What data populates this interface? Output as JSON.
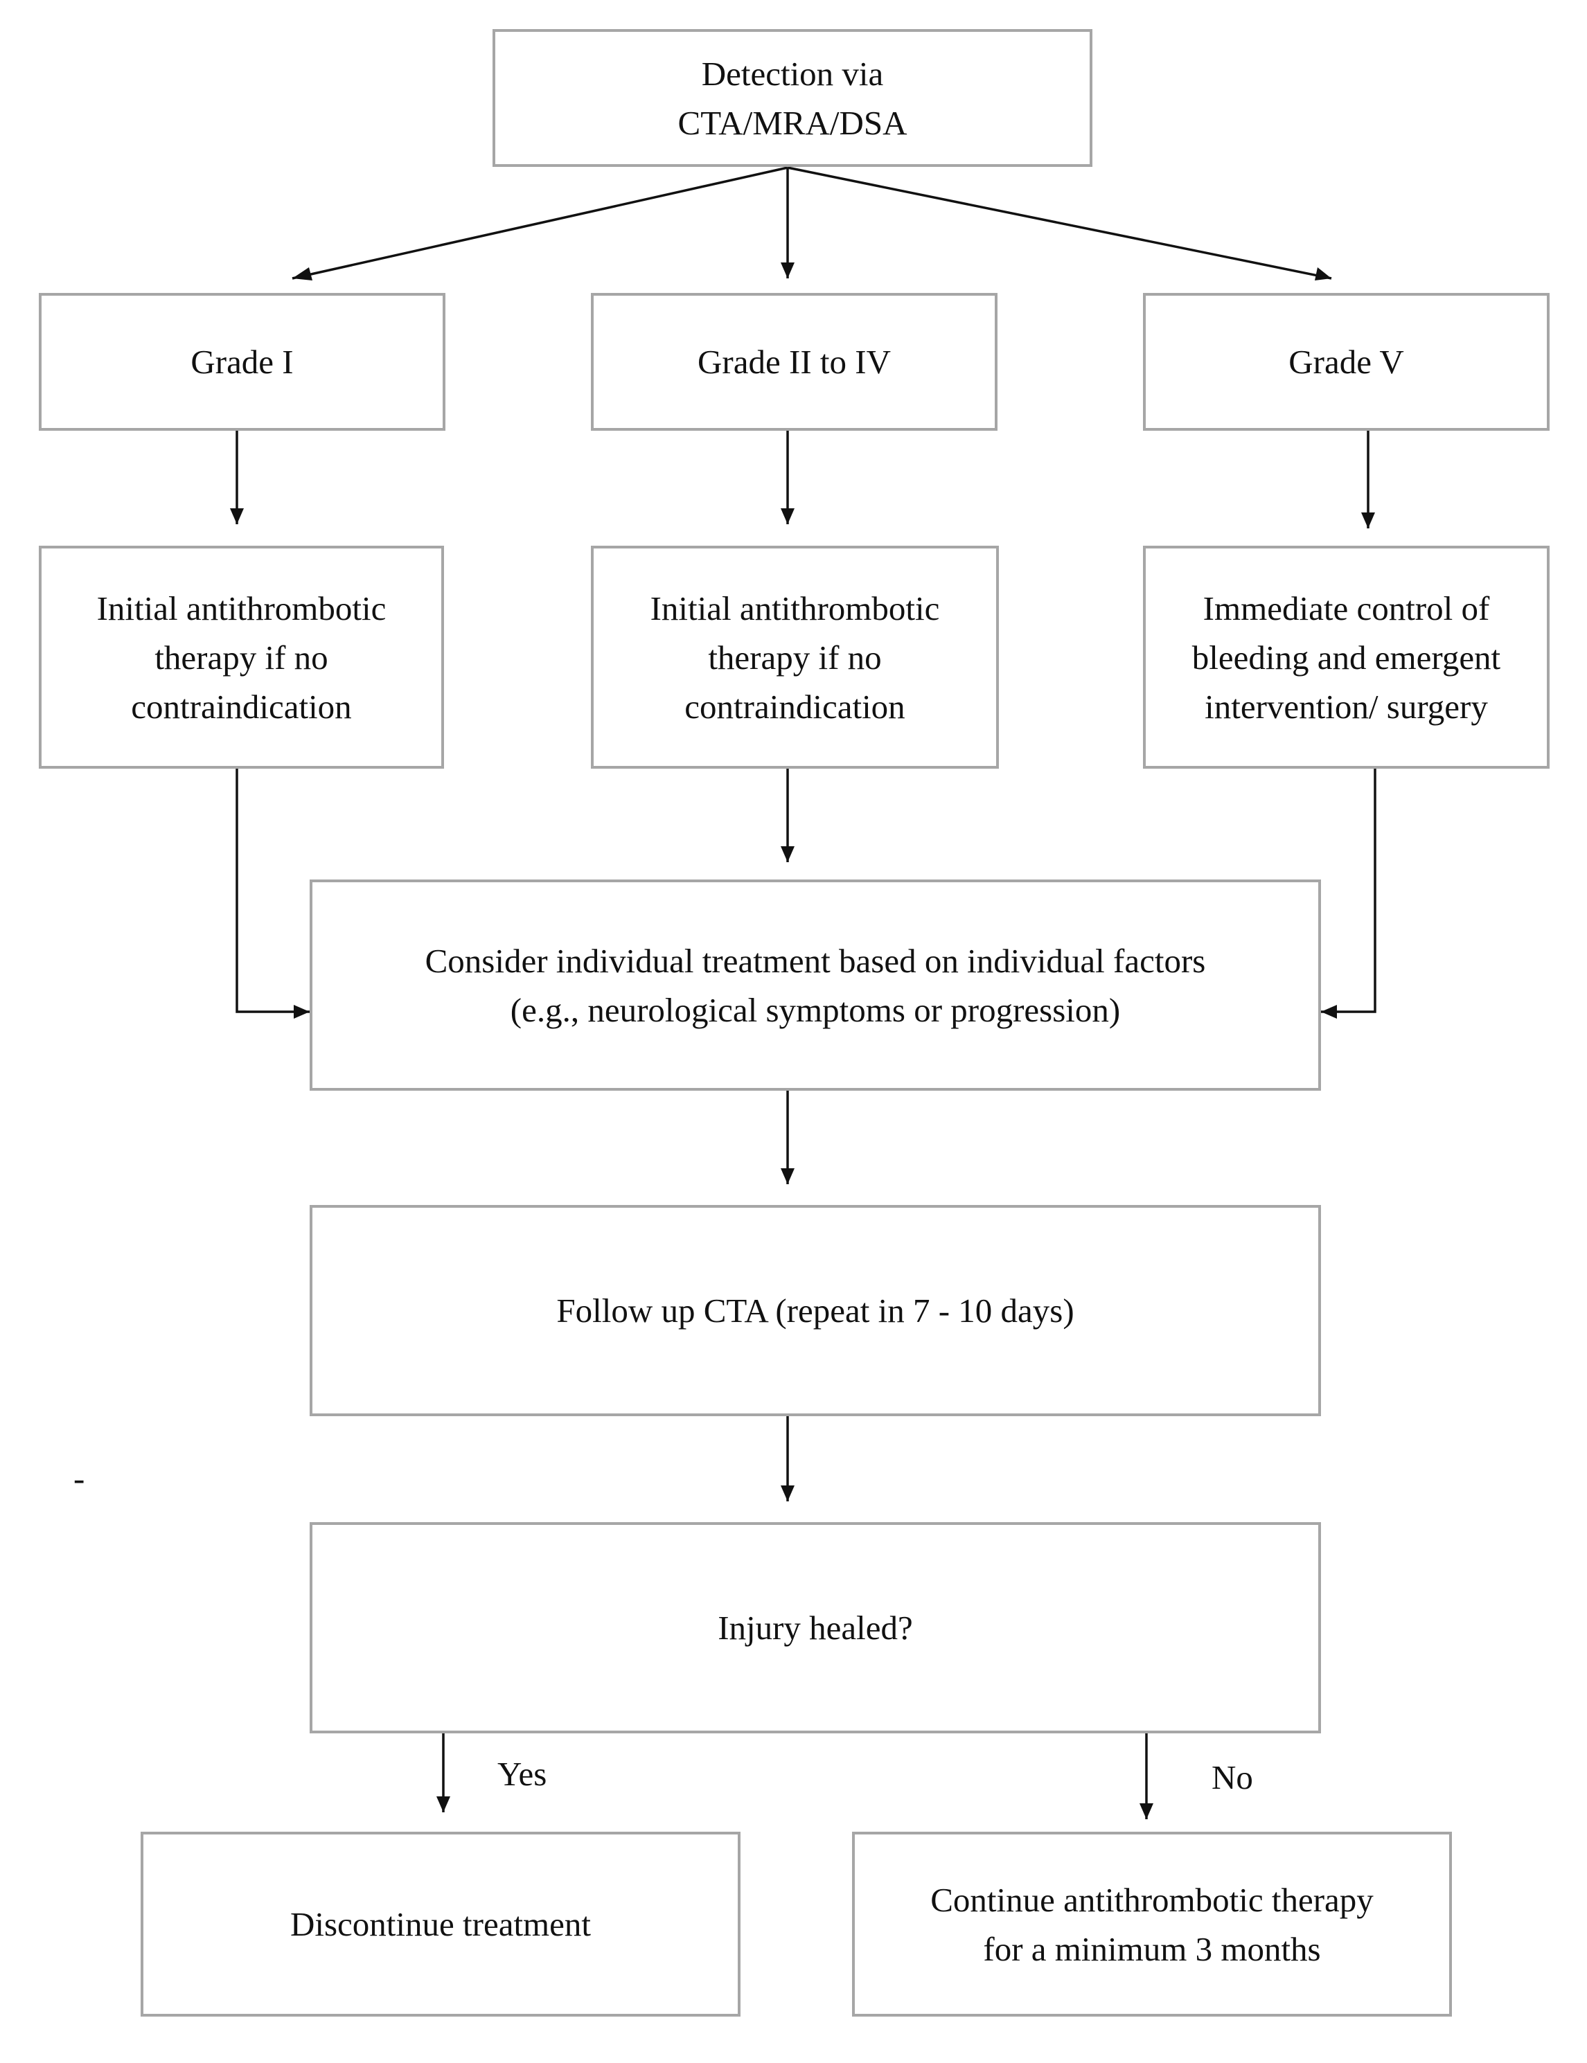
{
  "nodes": {
    "detection": [
      "Detection via",
      "CTA/MRA/DSA"
    ],
    "grade1": [
      "Grade I"
    ],
    "grade2to4": [
      "Grade II to IV"
    ],
    "grade5": [
      "Grade V"
    ],
    "antithrombotic_left": [
      "Initial antithrombotic",
      "therapy if no",
      "contraindication"
    ],
    "antithrombotic_mid": [
      "Initial antithrombotic",
      "therapy if no",
      "contraindication"
    ],
    "bleeding_control": [
      "Immediate control of",
      "bleeding and emergent",
      "intervention/ surgery"
    ],
    "individual_treatment": [
      "Consider individual treatment based on individual factors",
      "(e.g., neurological symptoms or progression)"
    ],
    "followup_cta": [
      "Follow up CTA (repeat in 7 - 10 days)"
    ],
    "injury_healed": [
      "Injury healed?"
    ],
    "discontinue": [
      "Discontinue treatment"
    ],
    "continue_therapy": [
      "Continue antithrombotic therapy",
      "for a minimum 3 months"
    ]
  },
  "edge_labels": {
    "yes": "Yes",
    "no": "No",
    "stray_mark": "-"
  }
}
